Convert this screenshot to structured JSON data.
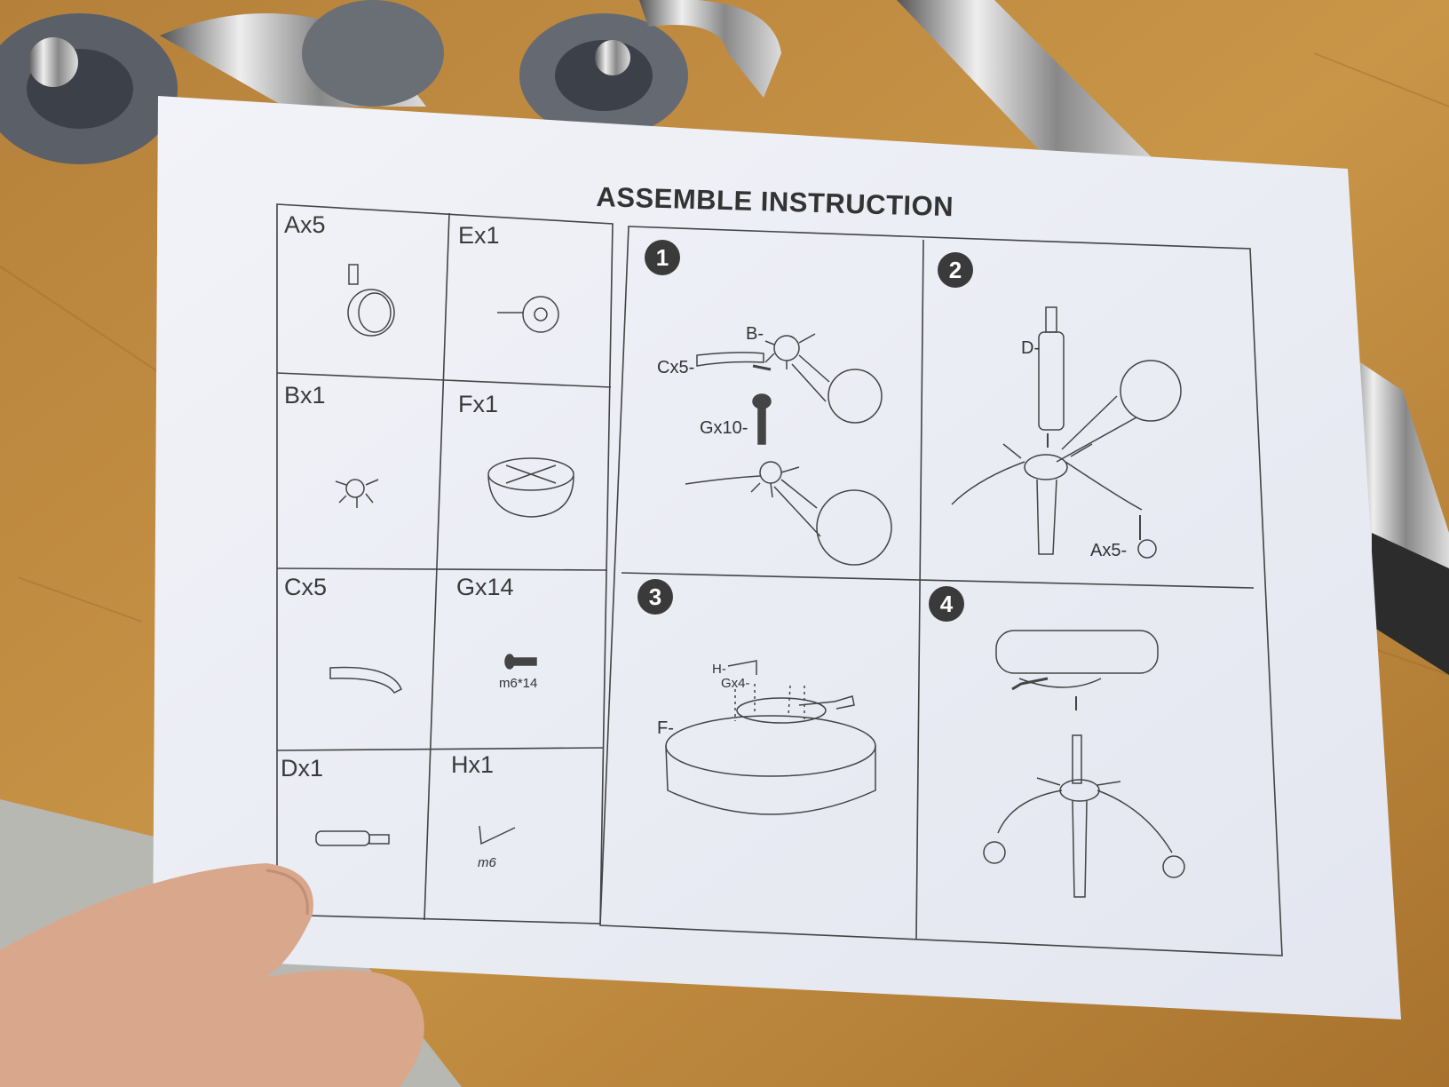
{
  "document": {
    "title": "ASSEMBLE INSTRUCTION",
    "parts": [
      {
        "code": "Ax5"
      },
      {
        "code": "Ex1"
      },
      {
        "code": "Bx1"
      },
      {
        "code": "Fx1"
      },
      {
        "code": "Cx5"
      },
      {
        "code": "Gx14",
        "note": "m6*14"
      },
      {
        "code": "Dx1"
      },
      {
        "code": "Hx1",
        "note": "m6"
      }
    ],
    "steps": [
      {
        "number": "1",
        "labels": [
          "B-",
          "Cx5-",
          "Gx10-"
        ]
      },
      {
        "number": "2",
        "labels": [
          "D-",
          "Ax5-"
        ]
      },
      {
        "number": "3",
        "labels": [
          "H-",
          "Gx4-",
          "F-"
        ]
      },
      {
        "number": "4",
        "labels": []
      }
    ]
  },
  "colors": {
    "paper": "#eceef6",
    "table_wood": "#c08a3c",
    "ink": "#333333"
  }
}
